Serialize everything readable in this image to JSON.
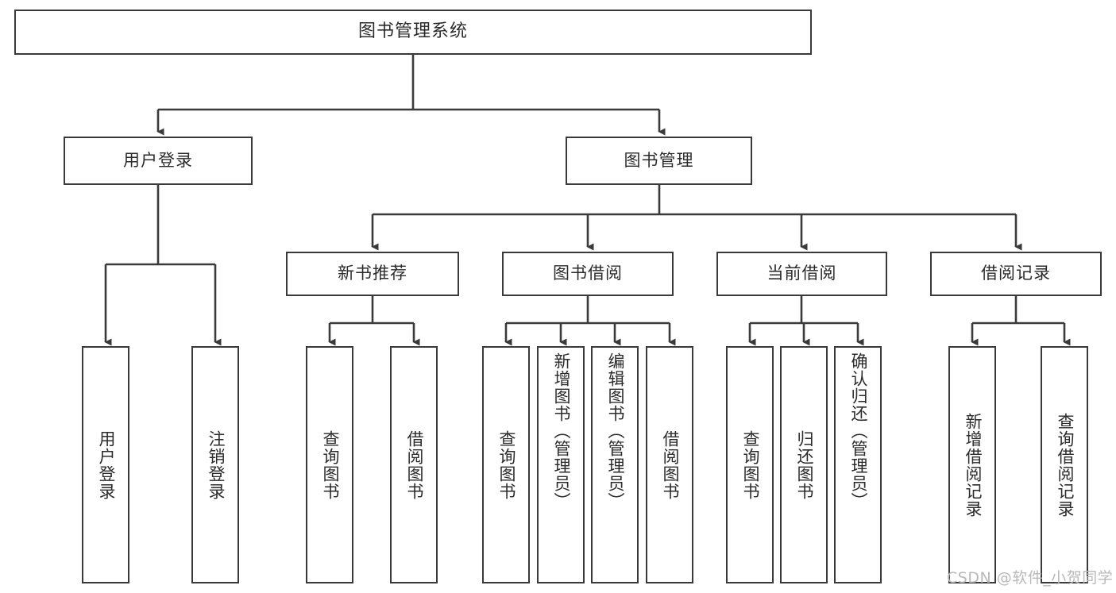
{
  "diagram": {
    "title": "图书管理系统",
    "type": "tree-hierarchy",
    "background_color": "#ffffff",
    "line_color": "#3a3a3a",
    "text_color": "#2b2b2b",
    "root": {
      "label": "图书管理系统"
    },
    "level2": [
      {
        "id": "user-login",
        "label": "用户登录"
      },
      {
        "id": "book-manage",
        "label": "图书管理"
      }
    ],
    "level3": [
      {
        "id": "new-book-recommend",
        "label": "新书推荐"
      },
      {
        "id": "book-borrow",
        "label": "图书借阅"
      },
      {
        "id": "current-borrow",
        "label": "当前借阅"
      },
      {
        "id": "borrow-record",
        "label": "借阅记录"
      }
    ],
    "leaves": {
      "user_login": [
        {
          "id": "leaf-user-login",
          "label": "用户登录"
        },
        {
          "id": "leaf-logout-login",
          "label": "注销登录"
        }
      ],
      "new_book_recommend": [
        {
          "id": "leaf-query-book-1",
          "label": "查询图书"
        },
        {
          "id": "leaf-borrow-book-1",
          "label": "借阅图书"
        }
      ],
      "book_borrow": [
        {
          "id": "leaf-query-book-2",
          "label": "查询图书"
        },
        {
          "id": "leaf-add-book",
          "label": "新增图书（管理员）"
        },
        {
          "id": "leaf-edit-book",
          "label": "编辑图书（管理员）"
        },
        {
          "id": "leaf-borrow-book-2",
          "label": "借阅图书"
        }
      ],
      "current_borrow": [
        {
          "id": "leaf-query-book-3",
          "label": "查询图书"
        },
        {
          "id": "leaf-return-book",
          "label": "归还图书"
        },
        {
          "id": "leaf-confirm-return",
          "label": "确认归还（管理员）"
        }
      ],
      "borrow_record": [
        {
          "id": "leaf-add-record",
          "label": "新增借阅记录"
        },
        {
          "id": "leaf-query-record",
          "label": "查询借阅记录"
        }
      ]
    }
  },
  "watermark": {
    "text": "CSDN @软件_小贺同学"
  }
}
